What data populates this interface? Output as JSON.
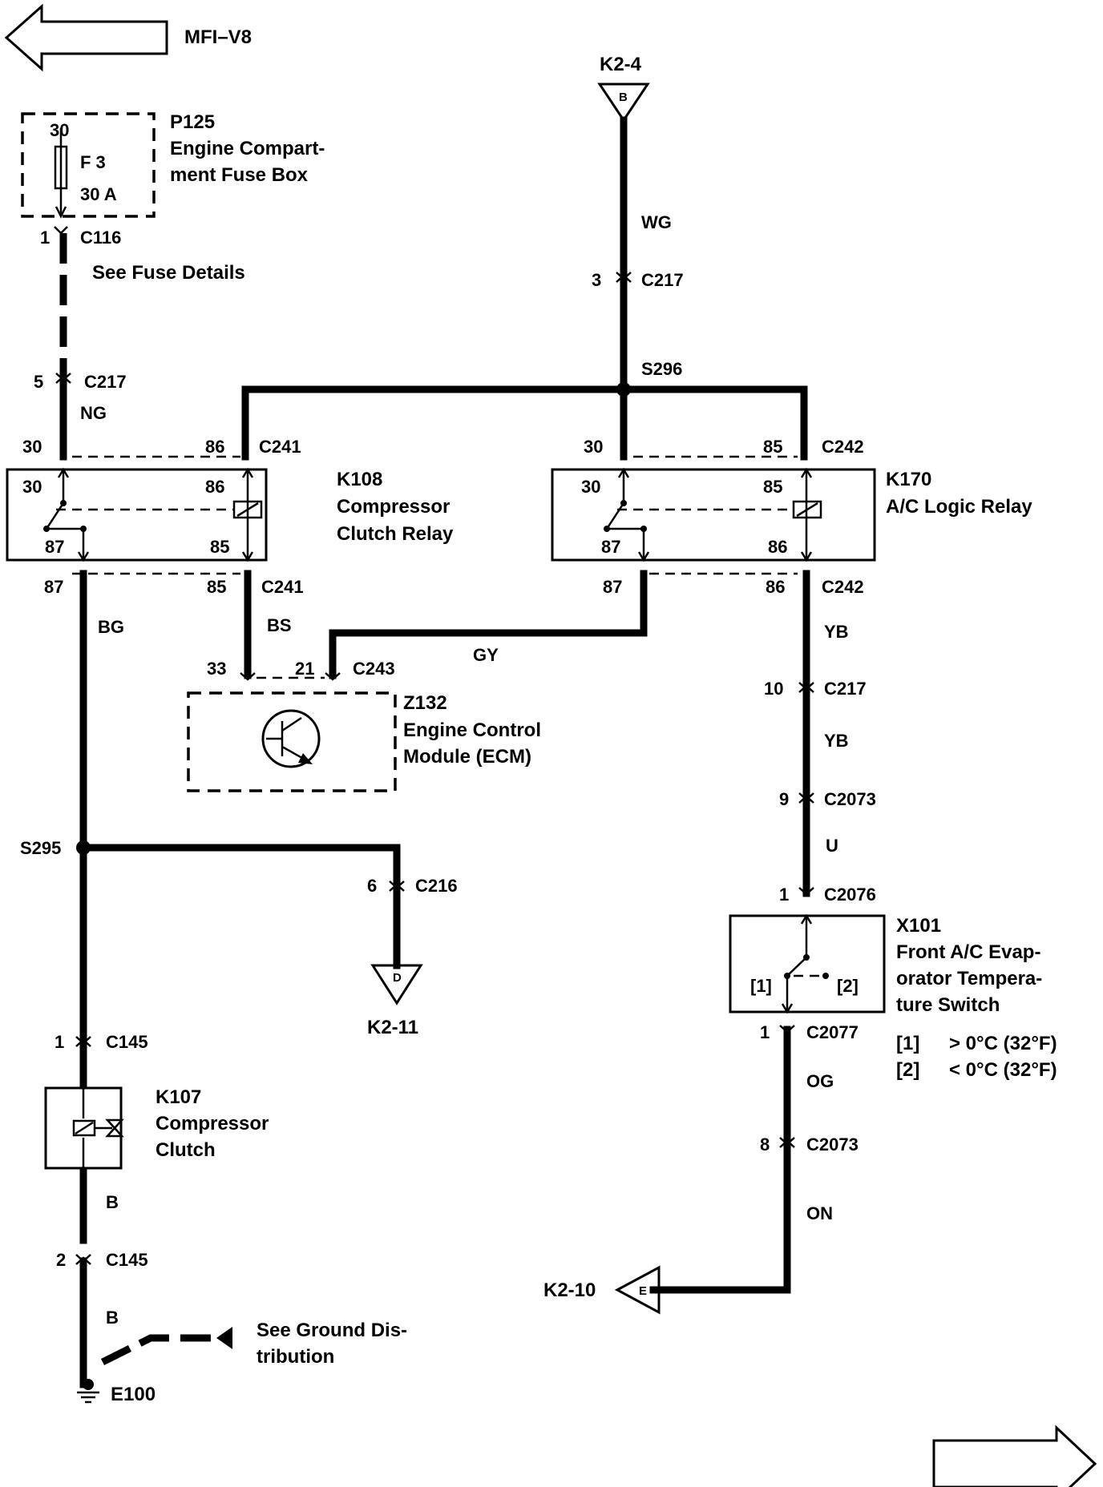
{
  "nav": {
    "prev_label": "MFI–V8"
  },
  "fuse_box": {
    "id": "P125",
    "name_line1": "Engine Compart-",
    "name_line2": "ment Fuse Box",
    "terminal": "30",
    "fuse": "F 3",
    "rating": "30 A",
    "pin": "1",
    "connector": "C116",
    "note": "See Fuse Details"
  },
  "left_feed": {
    "pin": "5",
    "connector": "C217",
    "wire_color": "NG"
  },
  "top_feed": {
    "ref": "K2-4",
    "letter": "B",
    "wire_color": "WG",
    "pin": "3",
    "connector": "C217",
    "splice": "S296"
  },
  "k108": {
    "id": "K108",
    "name_line1": "Compressor",
    "name_line2": "Clutch Relay",
    "top_pin_left": "30",
    "top_pin_right": "86",
    "top_connector": "C241",
    "in_30": "30",
    "in_86": "86",
    "in_87": "87",
    "in_85": "85",
    "bot_pin_left": "87",
    "bot_pin_right": "85",
    "bot_connector": "C241"
  },
  "k170": {
    "id": "K170",
    "name": "A/C Logic Relay",
    "top_pin_left": "30",
    "top_pin_right": "85",
    "top_connector": "C242",
    "in_30": "30",
    "in_85": "85",
    "in_87": "87",
    "in_86": "86",
    "bot_pin_left": "87",
    "bot_pin_right": "86",
    "bot_connector": "C242"
  },
  "ecm": {
    "id": "Z132",
    "name_line1": "Engine Control",
    "name_line2": "Module (ECM)",
    "pin_left": "33",
    "pin_right": "21",
    "connector": "C243",
    "wire_bs": "BS",
    "wire_gy": "GY"
  },
  "left_branch": {
    "wire_color": "BG",
    "splice": "S295",
    "to_pin": "6",
    "to_connector": "C216",
    "to_ref": "K2-11",
    "to_letter": "D"
  },
  "clutch": {
    "id": "K107",
    "name_line1": "Compressor",
    "name_line2": "Clutch",
    "pin_top": "1",
    "connector_top": "C145",
    "wire_below": "B",
    "pin_bottom": "2",
    "connector_bottom": "C145",
    "wire_ground": "B",
    "ground_id": "E100",
    "ground_note_line1": "See Ground Dis-",
    "ground_note_line2": "tribution"
  },
  "right_branch": {
    "wire1": "YB",
    "pin1": "10",
    "conn1": "C217",
    "wire2": "YB",
    "pin2": "9",
    "conn2": "C2073",
    "wire3": "U",
    "pin3": "1",
    "conn3": "C2076"
  },
  "switch": {
    "id": "X101",
    "name_line1": "Front A/C Evap-",
    "name_line2": "orator Tempera-",
    "name_line3": "ture Switch",
    "pos1": "[1]",
    "pos2": "[2]",
    "legend1_key": "[1]",
    "legend1_val": "> 0°C (32°F)",
    "legend2_key": "[2]",
    "legend2_val": "< 0°C (32°F)",
    "pin_out": "1",
    "conn_out": "C2077",
    "wire_out": "OG",
    "pin_next": "8",
    "conn_next": "C2073",
    "wire_last": "ON",
    "to_ref": "K2-10",
    "to_letter": "E"
  }
}
